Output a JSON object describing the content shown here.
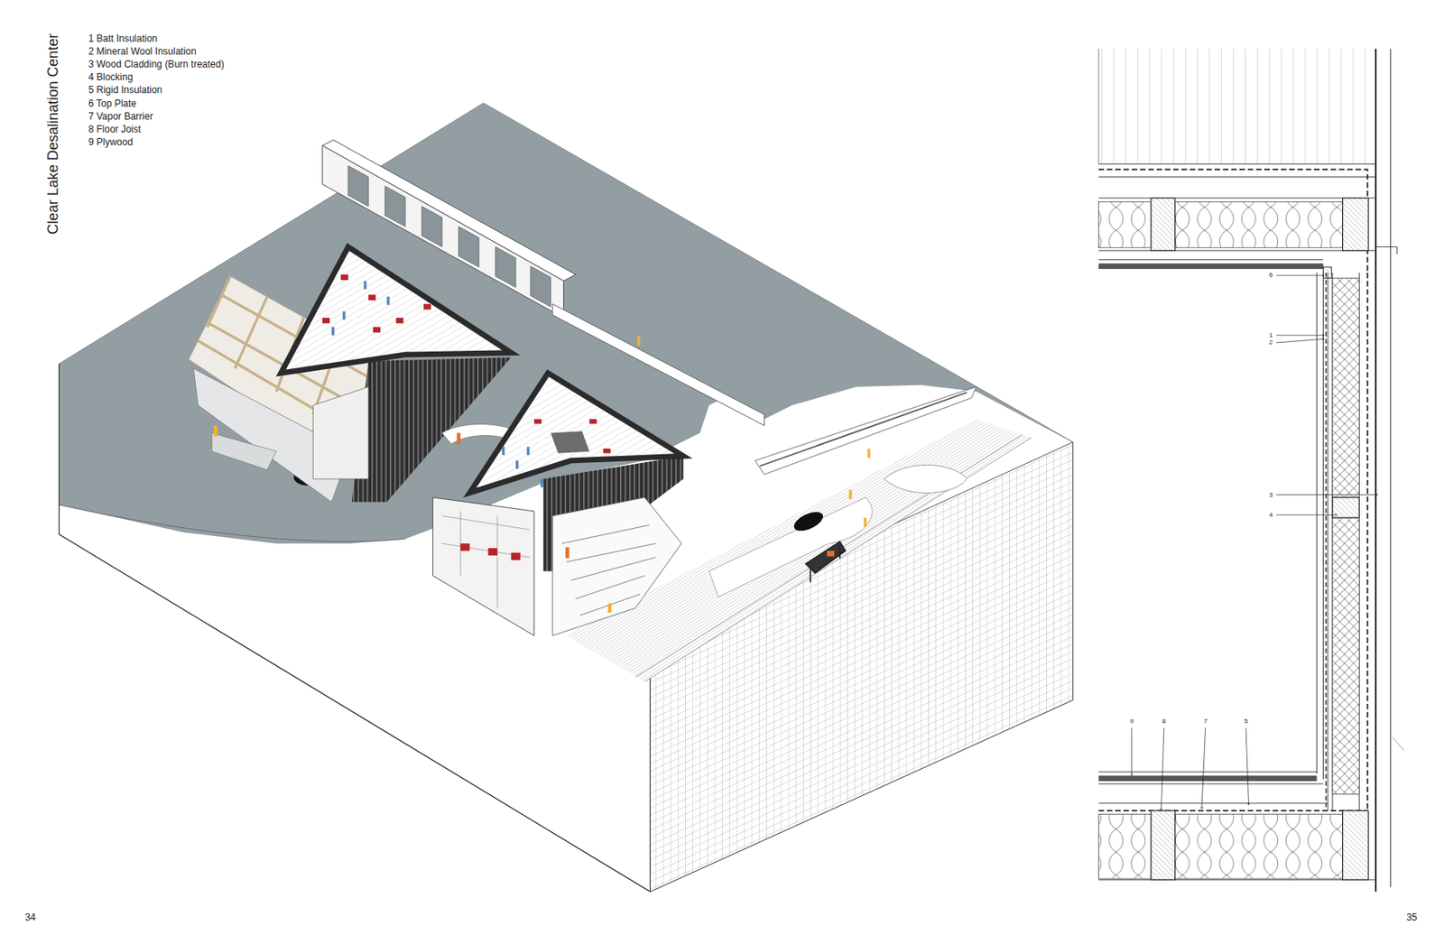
{
  "diagram": {
    "title": "Clear Lake Desalination Center",
    "labels": [
      "1 Batt Insulation",
      "2 Mineral Wool Insulation",
      "3 Wood Cladding (Burn treated)",
      "4 Blocking",
      "5 Rigid Insulation",
      "6 Top Plate",
      "7 Vapor Barrier",
      "8 Floor Joist",
      "9 Plywood",
      "6",
      "1",
      "2",
      "3",
      "4",
      "9",
      "8",
      "7",
      "5",
      "34",
      "35"
    ]
  }
}
